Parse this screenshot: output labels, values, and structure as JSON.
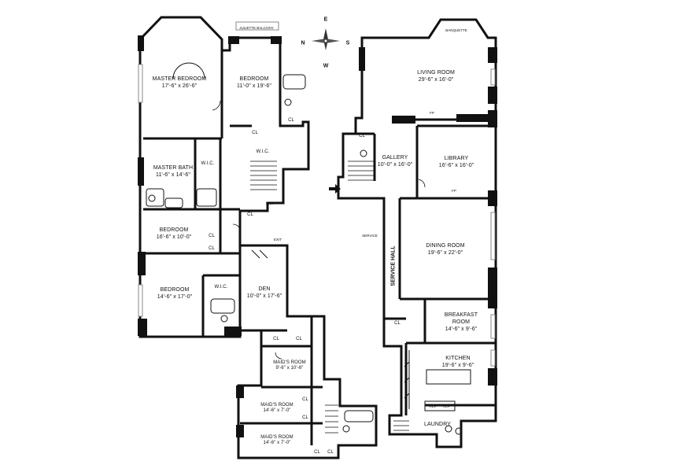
{
  "compass": {
    "n": "N",
    "e": "E",
    "s": "S",
    "w": "W"
  },
  "rooms": {
    "master_bedroom": {
      "name": "MASTER BEDROOM",
      "dims": "17'-6\" x 26'-6\""
    },
    "bedroom_a": {
      "name": "BEDROOM",
      "dims": "11'-0\" x 19'-6\""
    },
    "master_bath": {
      "name": "MASTER BATH",
      "dims": "11'-6\" x 14'-6\""
    },
    "bedroom_b": {
      "name": "BEDROOM",
      "dims": "16'-6\" x 10'-0\""
    },
    "bedroom_c": {
      "name": "BEDROOM",
      "dims": "14'-6\" x 17'-0\""
    },
    "den": {
      "name": "DEN",
      "dims": "10'-0\" x 17'-6\""
    },
    "maids_1": {
      "name": "MAID'S ROOM",
      "dims": "9'-6\" x 10'-6\""
    },
    "maids_2": {
      "name": "MAID'S ROOM",
      "dims": "14'-6\" x 7'-0\""
    },
    "maids_3": {
      "name": "MAID'S ROOM",
      "dims": "14'-6\" x 7'-0\""
    },
    "living": {
      "name": "LIVING ROOM",
      "dims": "29'-6\" x 16'-0\""
    },
    "gallery": {
      "name": "GALLERY",
      "dims": "10'-0\" x 16'-0\""
    },
    "library": {
      "name": "LIBRARY",
      "dims": "16'-6\" x 16'-0\""
    },
    "dining": {
      "name": "DINING ROOM",
      "dims": "19'-6\" x  22'-0\""
    },
    "breakfast": {
      "name_line1": "BREAKFAST",
      "name_line2": "ROOM",
      "dims": "14'-6\" x 9'-6\""
    },
    "kitchen": {
      "name": "KITCHEN",
      "dims": "19'-6\" x 9'-6\""
    },
    "laundry": {
      "name": "LAUNDRY"
    }
  },
  "labels": {
    "wic": "W.I.C.",
    "cl": "CL",
    "exit": "EXIT",
    "service": "SERVICE",
    "service_hall": "SERVICE HALL",
    "juliette": "JULIETTE BALCONY",
    "banquette": "BANQUETTE",
    "fp": "FP",
    "bar": "BAR",
    "ref": "REF"
  }
}
